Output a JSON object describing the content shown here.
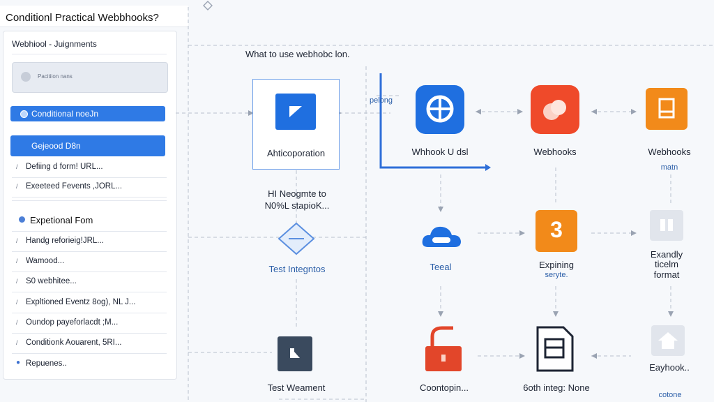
{
  "header": {
    "title": "Conditionl Practical Webbhooks?"
  },
  "sidebar": {
    "heading": "Webhiool - Juignments",
    "search_placeholder": "Pacitiion nans",
    "conditional_button": "Conditional noeJn",
    "selected_button": "Gejeood D8n",
    "rows_top": [
      "Defiing d form! URL...",
      "Exeeteed Fevents ,JORL..."
    ],
    "section_title": "Expetional Fom",
    "rows_bottom": [
      "Handg reforieig!JRL...",
      "Wamood...",
      "S0 webhitee...",
      "Expltioned Eventz 8og), NL J...",
      "Oundop payeforlacdt ;M...",
      "Conditionk Aouarent, 5RI...",
      "Repuenes.."
    ]
  },
  "canvas": {
    "top_caption": "What to use webhobc lon.",
    "authorization_label": "Ahticoporation",
    "mid_note_line1": "HI Neogmte to",
    "mid_note_line2": "N0%L stapioK...",
    "test_integrations": "Test Integntos",
    "test_weamment": "Test Weament",
    "pelong": "pelong",
    "webhook_url": "Whhook U dsl",
    "webhooks_1": "Webhooks",
    "webhooks_2": "Webhooks",
    "matn": "matn",
    "teeal": "Teeal",
    "expining_line1": "Expining",
    "expining_line2": "seryte.",
    "exanly_line1": "Exandly",
    "exanly_line2": "ticelm",
    "exanly_line3": "format",
    "badge_number": "3",
    "contopin": "Coontopin...",
    "integ_none": "6oth integ: None",
    "eayhook": "Eayhook..",
    "cotone": "cotone"
  },
  "colors": {
    "primary_blue": "#2f7ae5",
    "tile_blue": "#1f6fe0",
    "tile_red": "#ef4a2a",
    "tile_orange": "#f28a1a",
    "lock_red": "#e2462a",
    "connector": "#9aa3b2"
  }
}
